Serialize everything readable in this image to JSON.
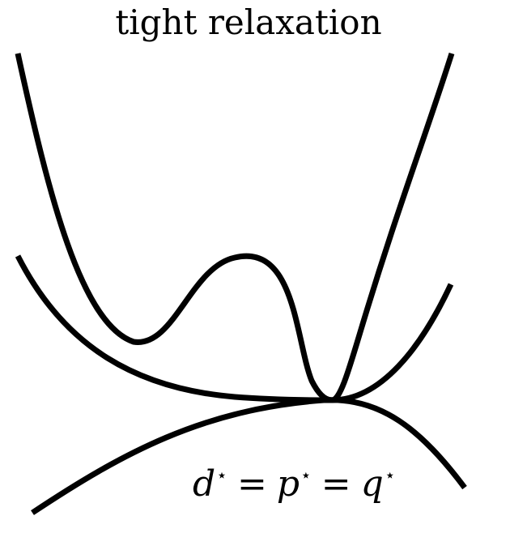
{
  "title": "tight relaxation",
  "equation": {
    "d": "d",
    "p": "p",
    "q": "q",
    "star": "⋆",
    "equals": "="
  },
  "stroke_color": "#000000",
  "background_color": "#ffffff"
}
